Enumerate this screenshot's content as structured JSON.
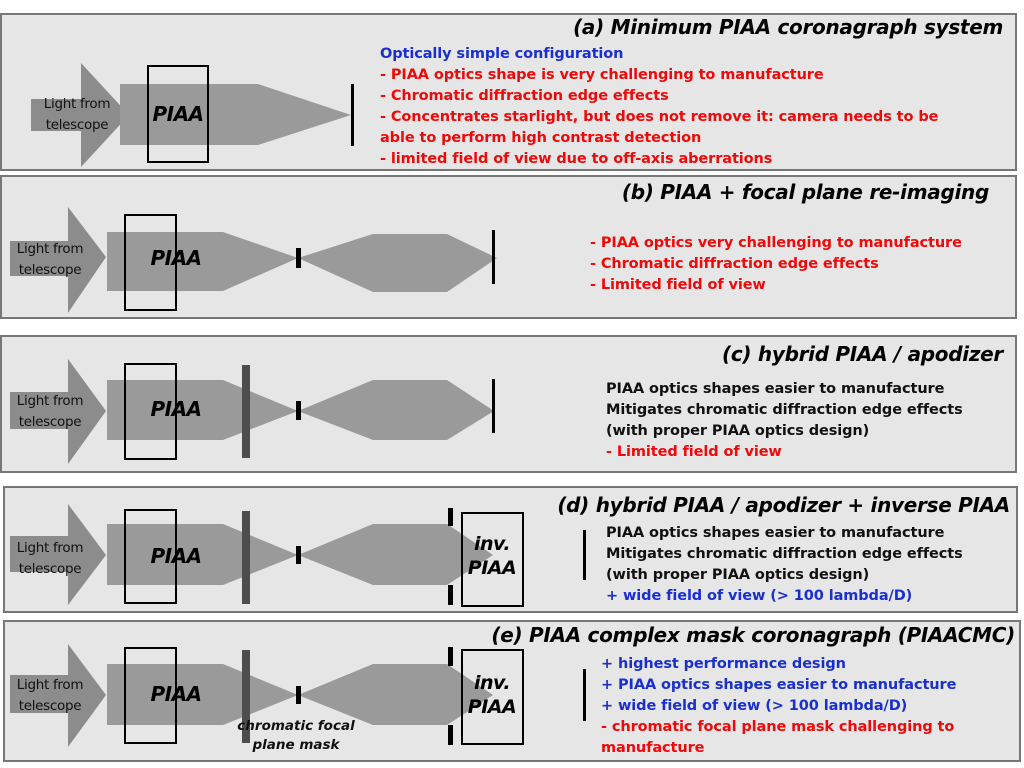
{
  "colors": {
    "panel_bg": "#e6e6e6",
    "panel_border": "#777777",
    "beam": "#999999",
    "arrow": "#8c8c8c",
    "apodizer": "#4d4d4d",
    "positive_note": "#1a2fd0",
    "negative_note": "#ee0a0a",
    "neutral_note": "#111111"
  },
  "common_labels": {
    "light_source_line1": "Light from",
    "light_source_line2": "telescope",
    "piaa": "PIAA",
    "inverse_piaa_line1": "inv.",
    "inverse_piaa_line2": "PIAA"
  },
  "panels": [
    {
      "id": "a",
      "title": "(a) Minimum PIAA coronagraph system",
      "components": [
        "light-arrow",
        "piaa-optic",
        "focal-plane-camera"
      ],
      "notes": [
        {
          "text": "Optically simple configuration",
          "tone": "positive"
        },
        {
          "text": "- PIAA optics shape is very challenging to manufacture",
          "tone": "negative"
        },
        {
          "text": "- Chromatic diffraction edge effects",
          "tone": "negative"
        },
        {
          "text": "- Concentrates starlight, but does not remove it: camera needs to be",
          "tone": "negative"
        },
        {
          "text": "able to perform high contrast detection",
          "tone": "negative"
        },
        {
          "text": "- limited field of view due to off-axis aberrations",
          "tone": "negative"
        }
      ]
    },
    {
      "id": "b",
      "title": "(b) PIAA + focal plane re-imaging",
      "components": [
        "light-arrow",
        "piaa-optic",
        "focal-plane-mask",
        "detector"
      ],
      "notes": [
        {
          "text": "- PIAA optics very challenging to manufacture",
          "tone": "negative"
        },
        {
          "text": "- Chromatic diffraction edge effects",
          "tone": "negative"
        },
        {
          "text": "- Limited field of view",
          "tone": "negative"
        }
      ]
    },
    {
      "id": "c",
      "title": "(c) hybrid PIAA / apodizer",
      "components": [
        "light-arrow",
        "piaa-optic",
        "apodizer",
        "focal-plane-mask",
        "detector"
      ],
      "notes": [
        {
          "text": "PIAA optics shapes easier to manufacture",
          "tone": "neutral"
        },
        {
          "text": "Mitigates chromatic diffraction edge effects",
          "tone": "neutral"
        },
        {
          "text": "(with proper PIAA optics design)",
          "tone": "neutral"
        },
        {
          "text": "- Limited field of view",
          "tone": "negative"
        }
      ]
    },
    {
      "id": "d",
      "title": "(d) hybrid PIAA / apodizer + inverse PIAA",
      "components": [
        "light-arrow",
        "piaa-optic",
        "apodizer",
        "focal-plane-mask",
        "lyot-stop",
        "inverse-piaa",
        "detector"
      ],
      "notes": [
        {
          "text": "PIAA optics shapes easier to manufacture",
          "tone": "neutral"
        },
        {
          "text": "Mitigates chromatic diffraction edge effects",
          "tone": "neutral"
        },
        {
          "text": "(with proper PIAA optics design)",
          "tone": "neutral"
        },
        {
          "text": "+ wide field of view (> 100 lambda/D)",
          "tone": "positive"
        }
      ]
    },
    {
      "id": "e",
      "title": "(e) PIAA complex mask coronagraph (PIAACMC)",
      "mask_label_line1": "chromatic focal",
      "mask_label_line2": "plane mask",
      "components": [
        "light-arrow",
        "piaa-optic",
        "apodizer",
        "focal-plane-mask",
        "lyot-stop",
        "inverse-piaa",
        "detector"
      ],
      "notes": [
        {
          "text": "+ highest performance design",
          "tone": "positive"
        },
        {
          "text": "+ PIAA optics shapes easier to manufacture",
          "tone": "positive"
        },
        {
          "text": "+ wide field of view (> 100 lambda/D)",
          "tone": "positive"
        },
        {
          "text": "- chromatic focal plane mask challenging to",
          "tone": "negative"
        },
        {
          "text": "manufacture",
          "tone": "negative"
        }
      ]
    }
  ]
}
